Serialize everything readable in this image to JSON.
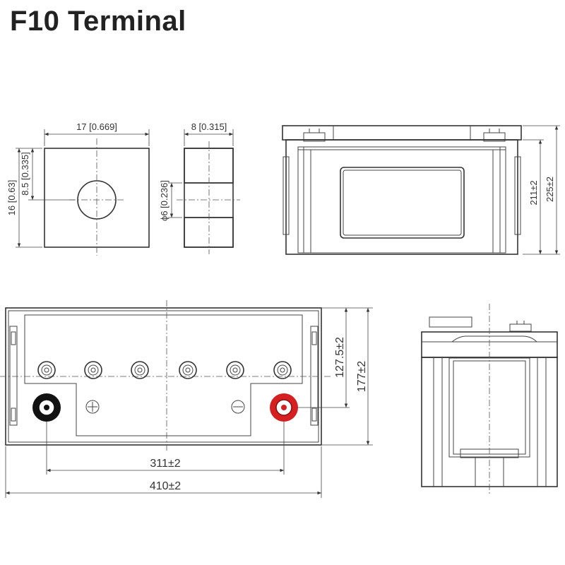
{
  "title": "F10 Terminal",
  "dimensions": {
    "terminal_width": "17 [0.669]",
    "terminal_height": "16 [0.63]",
    "hole_center": "8.5 [0.335]",
    "terminal_thickness": "8 [0.315]",
    "hole_diameter": "ϕ6 [0.236]",
    "box_height": "211±2",
    "total_height": "225±2",
    "terminal_spacing": "311±2",
    "length": "410±2",
    "terminal_row_height": "127.5±2",
    "width": "177±2"
  },
  "colors": {
    "negative_terminal": "#111111",
    "positive_terminal": "#d42020",
    "line": "#333333"
  }
}
